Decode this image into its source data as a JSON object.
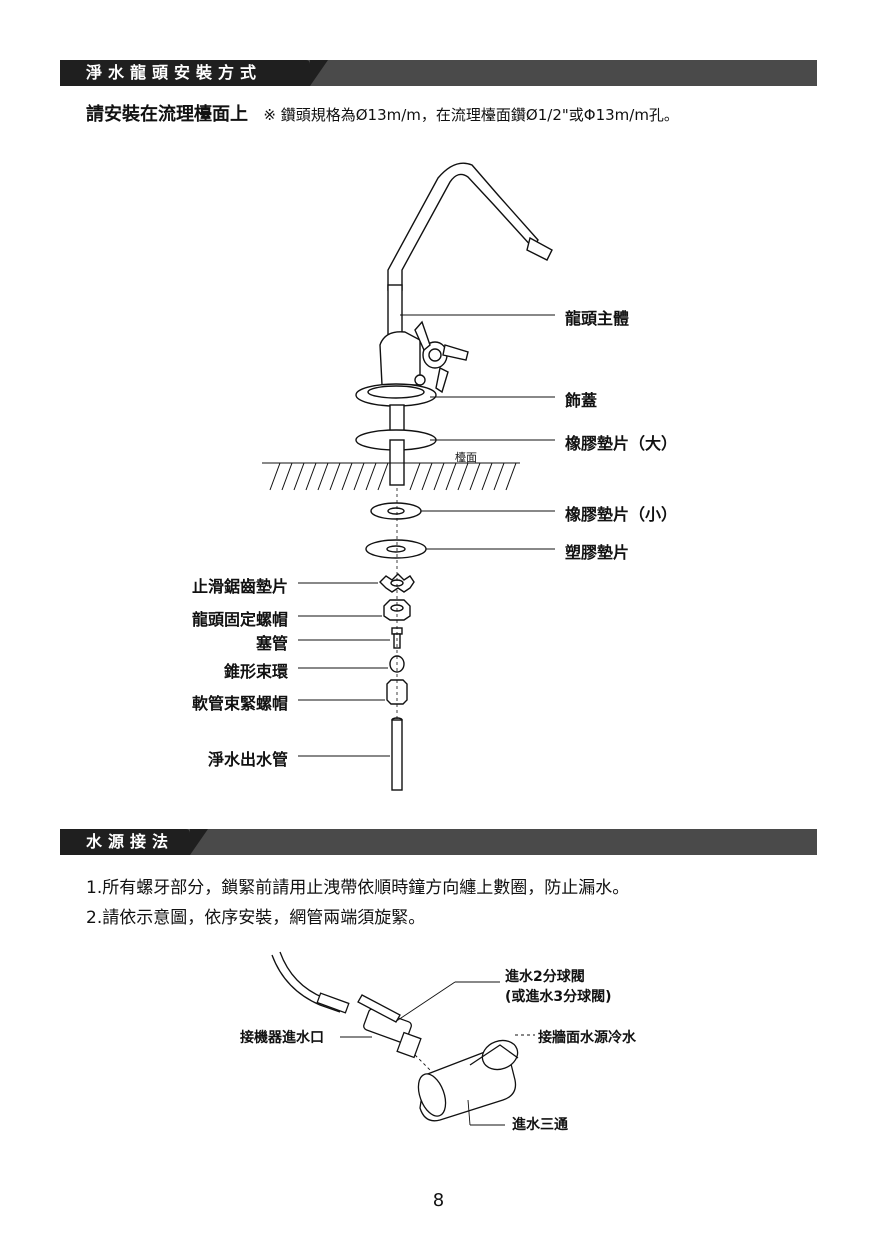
{
  "section1": {
    "title": "淨水龍頭安裝方式"
  },
  "lead": {
    "strong": "請安裝在流理檯面上",
    "note": "※ 鑽頭規格為Ø13m/m，在流理檯面鑽Ø1/2\"或Φ13m/m孔。"
  },
  "faucet_labels": {
    "body": "龍頭主體",
    "cover": "飾蓋",
    "gasket_large": "橡膠墊片（大）",
    "counter": "檯面",
    "gasket_small": "橡膠墊片（小）",
    "plastic_gasket": "塑膠墊片",
    "lock_washer": "止滑鋸齒墊片",
    "fixing_nut": "龍頭固定螺帽",
    "insert": "塞管",
    "ferrule": "錐形束環",
    "tube_nut": "軟管束緊螺帽",
    "outlet_tube": "淨水出水管"
  },
  "section2": {
    "title": "水源接法"
  },
  "steps": [
    "1.所有螺牙部分，鎖緊前請用止洩帶依順時鐘方向纏上數圈，防止漏水。",
    "2.請依示意圖，依序安裝，網管兩端須旋緊。"
  ],
  "water_labels": {
    "ball_valve_line1": "進水2分球閥",
    "ball_valve_line2": "(或進水3分球閥)",
    "machine_inlet": "接機器進水口",
    "wall_cold": "接牆面水源冷水",
    "tee": "進水三通"
  },
  "page_number": "8"
}
